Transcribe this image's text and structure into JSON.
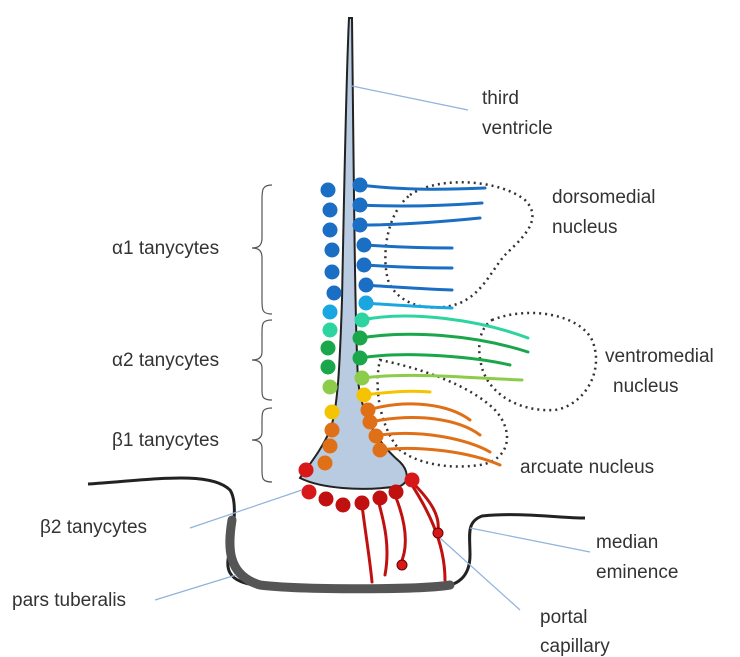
{
  "labels": {
    "third_ventricle_1": "third",
    "third_ventricle_2": "ventricle",
    "dorsomedial_1": "dorsomedial",
    "dorsomedial_2": "nucleus",
    "ventromedial_1": "ventromedial",
    "ventromedial_2": "nucleus",
    "arcuate": "arcuate nucleus",
    "median_1": "median",
    "median_2": "eminence",
    "portal_1": "portal",
    "portal_2": "capillary",
    "pars_tuberalis": "pars tuberalis",
    "alpha1": "α1 tanycytes",
    "alpha2": "α2 tanycytes",
    "beta1": "β1 tanycytes",
    "beta2": "β2 tanycytes"
  },
  "colors": {
    "ventricle_fill": "#b8cbe0",
    "alpha1": "#1a6fc4",
    "alpha1_light": "#1aa6e0",
    "alpha2_teal": "#2ed4a0",
    "alpha2_green": "#1aa64a",
    "alpha2_light": "#8ccc4a",
    "beta1_yellow": "#f5c400",
    "beta1_orange": "#e07018",
    "beta2_red": "#d81818",
    "beta2_dark": "#c01010",
    "floor": "#555555"
  }
}
